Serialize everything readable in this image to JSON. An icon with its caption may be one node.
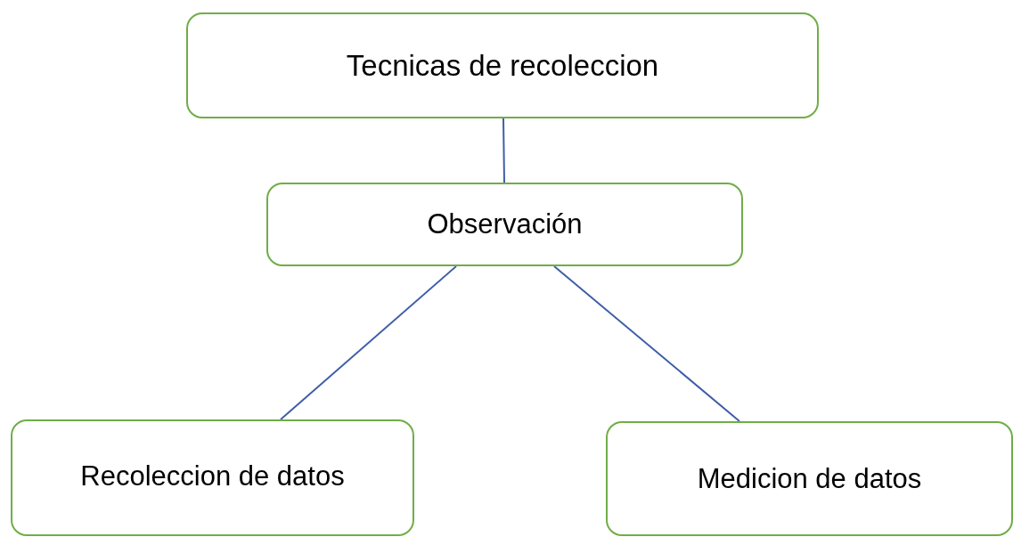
{
  "diagram": {
    "nodes": [
      {
        "text": [
          "Tecnicas de recoleccion"
        ]
      },
      {
        "text": [
          "Observación"
        ]
      },
      {
        "text": [
          "Recoleccion de datos"
        ]
      },
      {
        "text": [
          "Medicion de datos"
        ]
      }
    ],
    "edges": [
      {
        "from": 0,
        "to": 1,
        "arrow": "none"
      },
      {
        "from": 1,
        "to": 2,
        "arrow": "none"
      },
      {
        "from": 1,
        "to": 3,
        "arrow": "none"
      }
    ]
  }
}
